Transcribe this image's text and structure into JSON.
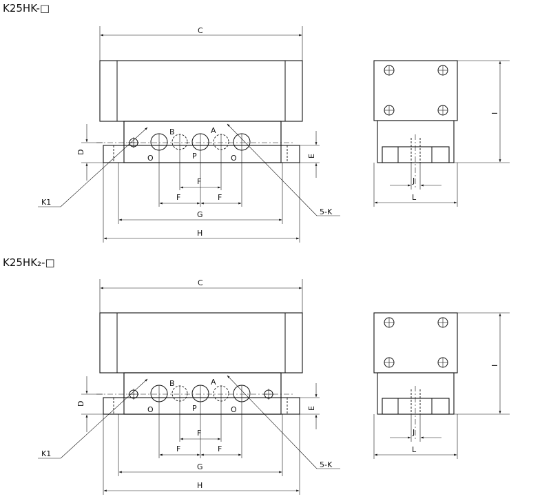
{
  "views": [
    {
      "title": "K25HK-□",
      "labels": {
        "C": "C",
        "D": "D",
        "E": "E",
        "F1": "F",
        "F2": "F",
        "F3": "F",
        "G": "G",
        "H": "H",
        "I": "I",
        "J": "J",
        "L": "L",
        "K1": "K1",
        "K5": "5-K",
        "A": "A",
        "B": "B",
        "P": "P",
        "O1": "O",
        "O2": "O"
      },
      "extra_port": false
    },
    {
      "title": "K25HK₂-□",
      "labels": {
        "C": "C",
        "D": "D",
        "E": "E",
        "F1": "F",
        "F2": "F",
        "F3": "F",
        "G": "G",
        "H": "H",
        "I": "I",
        "J": "J",
        "L": "L",
        "K1": "K1",
        "K5": "5-K",
        "A": "A",
        "B": "B",
        "P": "P",
        "O1": "O",
        "O2": "O"
      },
      "extra_port": true
    }
  ]
}
